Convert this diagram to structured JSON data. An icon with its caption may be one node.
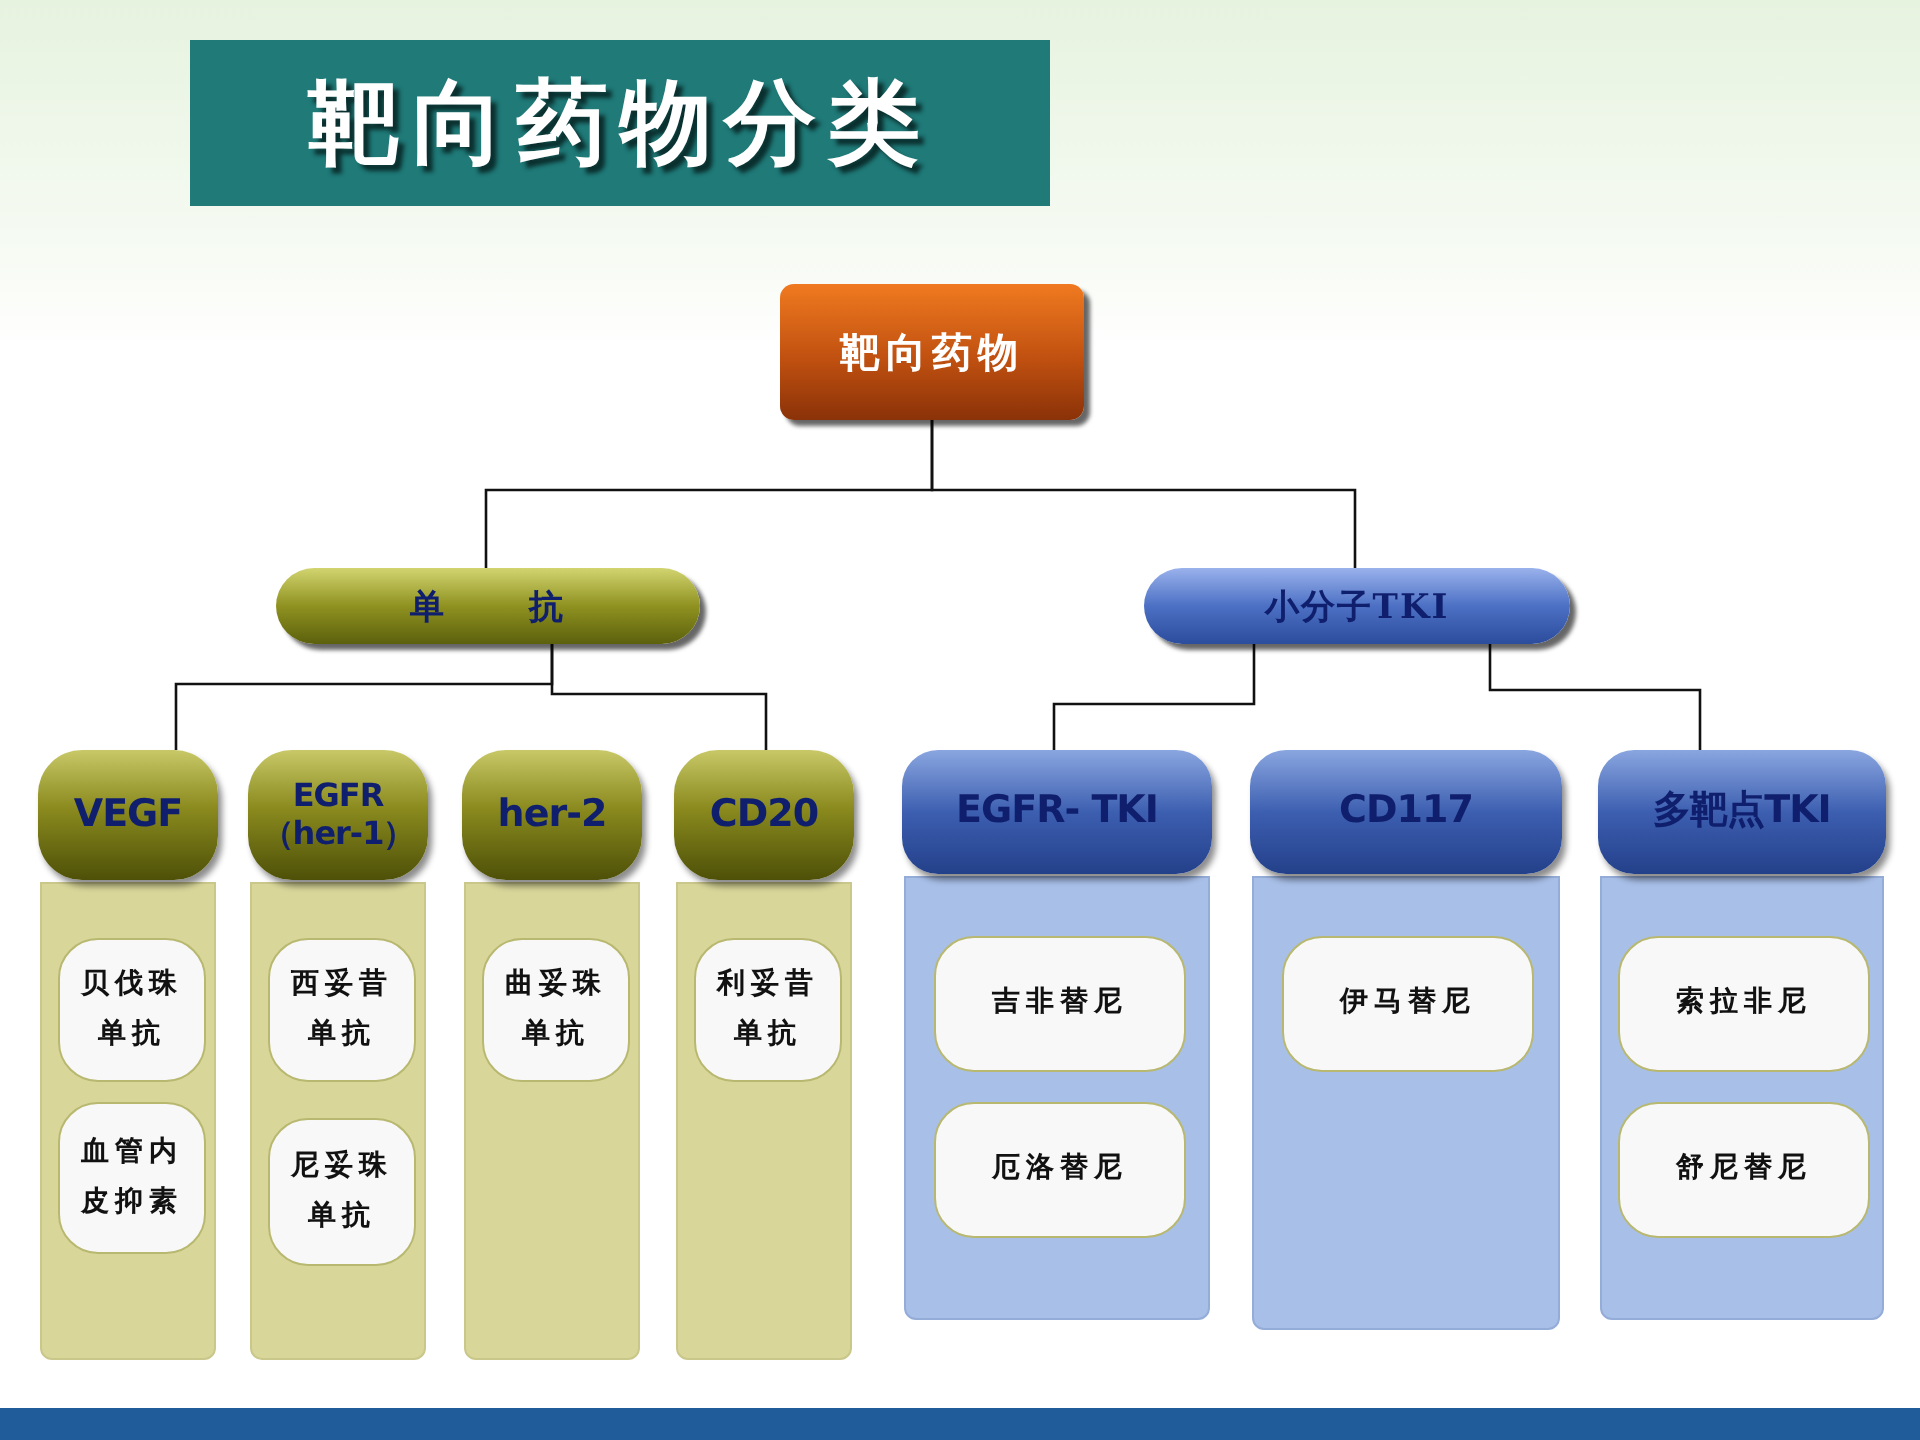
{
  "diagram": {
    "title": "靶向药物分类",
    "nodes": [
      {
        "text": [
          "靶向药物"
        ]
      },
      {
        "text": [
          "单 抗"
        ]
      },
      {
        "text": [
          "小分子TKI"
        ]
      },
      {
        "text": [
          "VEGF"
        ]
      },
      {
        "text": [],
        "shape": "box"
      },
      {
        "text": [
          "贝伐珠单抗"
        ],
        "in": 4
      },
      {
        "text": [
          "血管内皮抑素"
        ],
        "in": 4
      },
      {
        "text": [
          "EGFR（her-1）"
        ]
      },
      {
        "text": [],
        "shape": "box"
      },
      {
        "text": [
          "西妥昔单抗"
        ],
        "in": 8
      },
      {
        "text": [
          "尼妥珠单抗"
        ],
        "in": 8
      },
      {
        "text": [
          "her-2"
        ]
      },
      {
        "text": [],
        "shape": "box"
      },
      {
        "text": [
          "曲妥珠单抗"
        ],
        "in": 12
      },
      {
        "text": [
          "CD20"
        ]
      },
      {
        "text": [],
        "shape": "box"
      },
      {
        "text": [
          "利妥昔单抗"
        ],
        "in": 15
      },
      {
        "text": [
          "EGFR- TKI"
        ]
      },
      {
        "text": [],
        "shape": "box"
      },
      {
        "text": [
          "吉非替尼"
        ],
        "in": 18
      },
      {
        "text": [
          "厄洛替尼"
        ],
        "in": 18
      },
      {
        "text": [
          "CD117"
        ]
      },
      {
        "text": [],
        "shape": "box"
      },
      {
        "text": [
          "伊马替尼"
        ],
        "in": 22
      },
      {
        "text": [
          "多靶点TKI"
        ]
      },
      {
        "text": [],
        "shape": "box"
      },
      {
        "text": [
          "索拉非尼"
        ],
        "in": 25
      },
      {
        "text": [
          "舒尼替尼"
        ],
        "in": 25
      }
    ],
    "edges": [
      {
        "from": 0,
        "to": 1,
        "arrow": "none"
      },
      {
        "from": 0,
        "to": 2,
        "arrow": "none"
      },
      {
        "from": 1,
        "to": 3,
        "arrow": "none"
      },
      {
        "from": 1,
        "to": 14,
        "arrow": "none"
      },
      {
        "from": 2,
        "to": 17,
        "arrow": "none"
      },
      {
        "from": 2,
        "to": 24,
        "arrow": "none"
      }
    ]
  }
}
